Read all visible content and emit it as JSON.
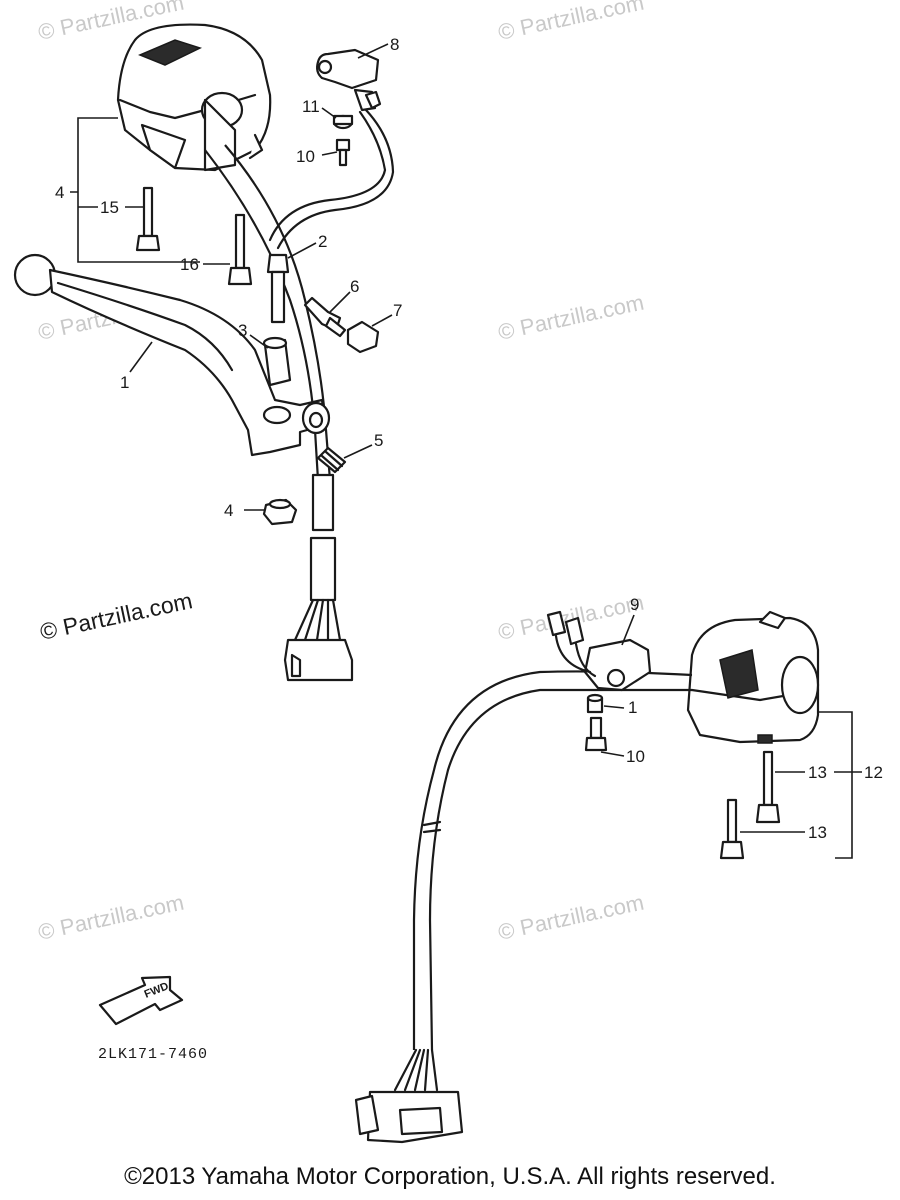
{
  "watermarks": [
    "© Partzilla.com",
    "© Partzilla.com",
    "© Partzilla.com",
    "© Partzilla.com",
    "© Partzilla.com",
    "© Partzilla.com",
    "© Partzilla.com"
  ],
  "watermark_main": "© Partzilla.com",
  "callouts": {
    "c1": "1",
    "c2": "2",
    "c3": "3",
    "c4a": "4",
    "c4b": "4",
    "c5": "5",
    "c6": "6",
    "c7": "7",
    "c8": "8",
    "c9": "9",
    "c10a": "10",
    "c10b": "10",
    "c11a": "11",
    "c11b": "1",
    "c12": "12",
    "c13a": "13",
    "c13b": "13",
    "c15": "15",
    "c16": "16"
  },
  "fwd_label": "FWD",
  "diagram_code": "2LK171-7460",
  "copyright": "©2013  Yamaha Motor Corporation, U.S.A. All rights reserved."
}
